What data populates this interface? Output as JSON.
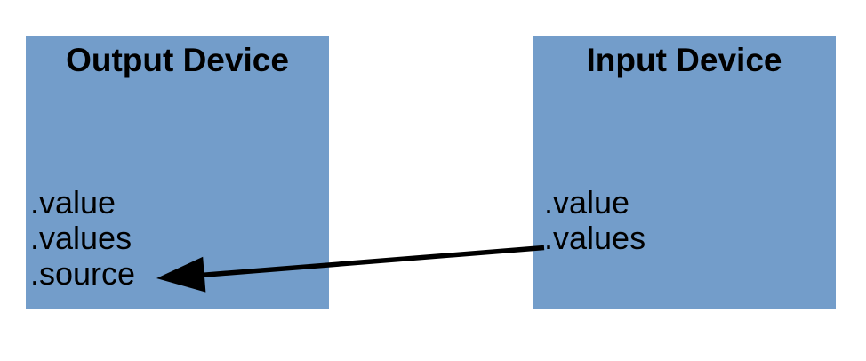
{
  "diagram": {
    "background_color": "#ffffff",
    "box_fill_color": "#739dca",
    "text_color": "#000000",
    "arrow_color": "#000000",
    "boxes": [
      {
        "title": "Output Device",
        "properties": [
          ".value",
          ".values",
          ".source"
        ]
      },
      {
        "title": "Input Device",
        "properties": [
          ".value",
          ".values"
        ]
      }
    ],
    "arrow": {
      "from_box": "Input Device",
      "from_property": ".values",
      "to_box": "Output Device",
      "to_property": ".source",
      "direction": "right-to-left"
    }
  }
}
